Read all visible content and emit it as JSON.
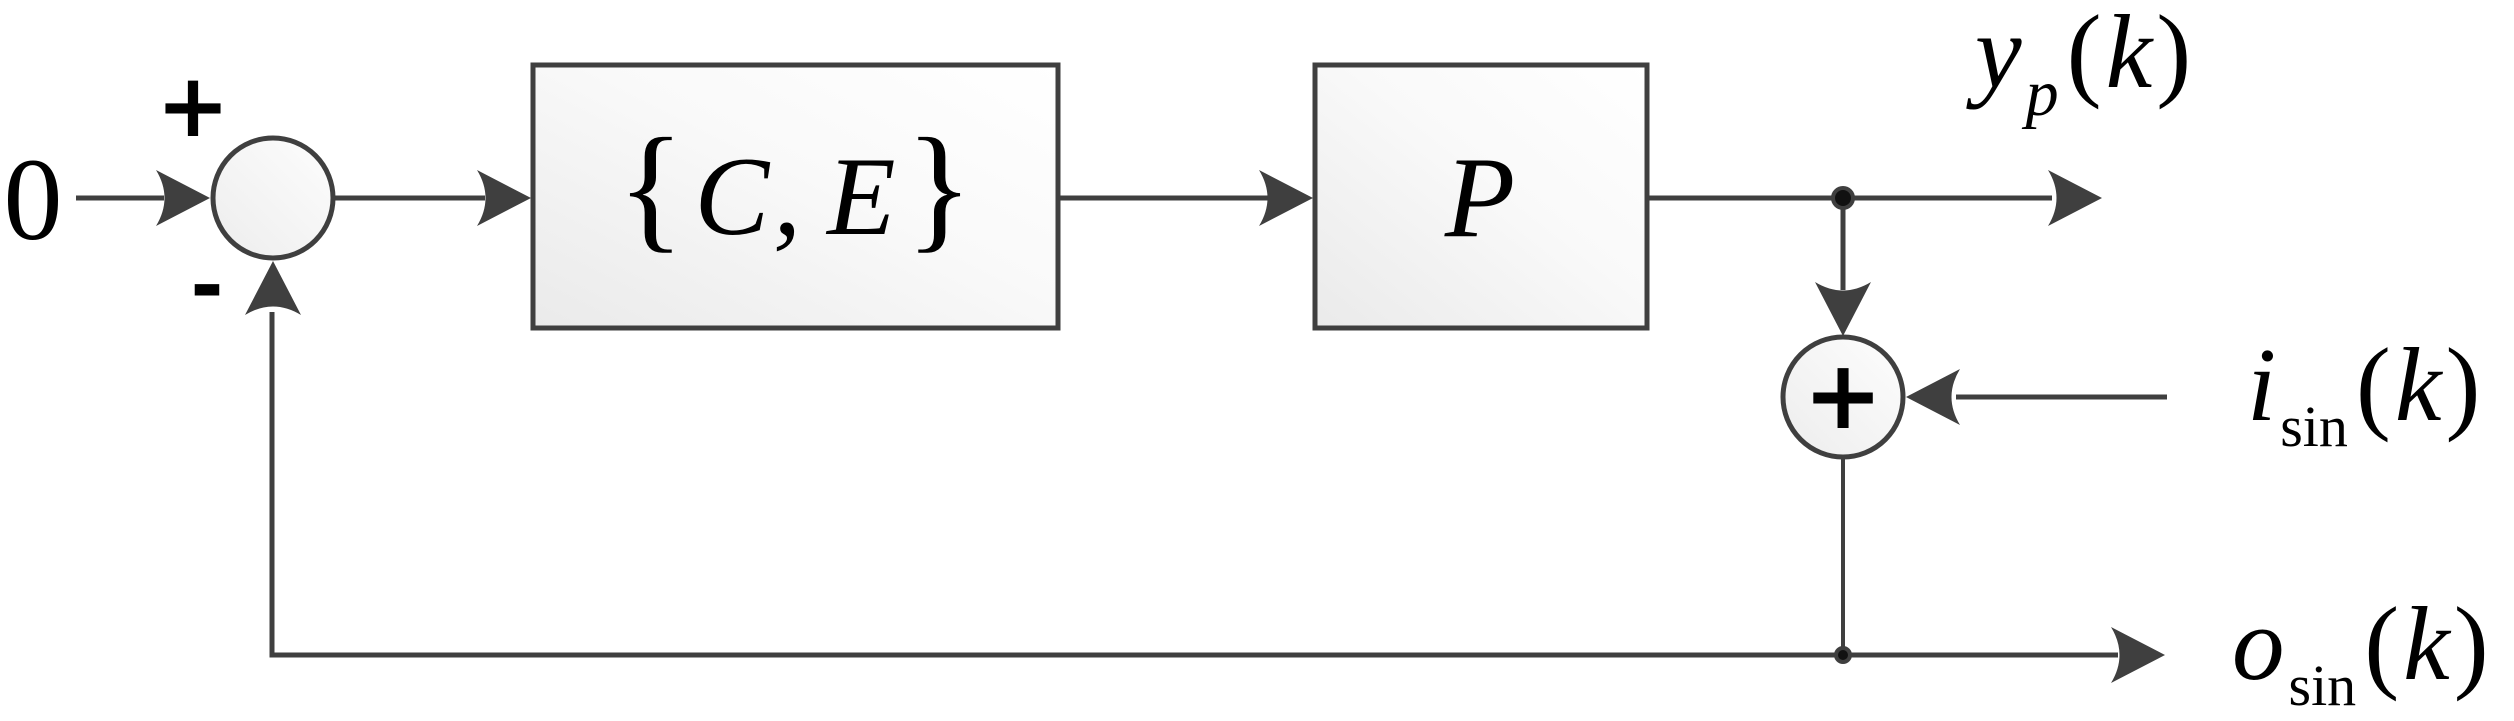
{
  "diagram": {
    "type": "control-system-block-diagram",
    "colors": {
      "line": "#3f3f3f",
      "text": "#000000",
      "block_fill_dark": "#ececec",
      "block_fill_light": "#ffffff",
      "background": "#ffffff"
    },
    "labels": {
      "zero_input": "0",
      "sum1_plus": "+",
      "sum1_minus": "-",
      "sum2_plus": "+",
      "controller_block": {
        "brace_open": "{",
        "term1": "C",
        "comma": ",",
        "term2": "E",
        "brace_close": "}"
      },
      "plant_block": "P",
      "output_top": {
        "base": "y",
        "sub": "p",
        "paren_open": "(",
        "arg": "k",
        "paren_close": ")"
      },
      "input_right": {
        "base": "i",
        "sub": "sin",
        "paren_open": "(",
        "arg": "k",
        "paren_close": ")"
      },
      "output_bottom": {
        "base": "o",
        "sub": "sin",
        "paren_open": "(",
        "arg": "k",
        "paren_close": ")"
      }
    }
  }
}
